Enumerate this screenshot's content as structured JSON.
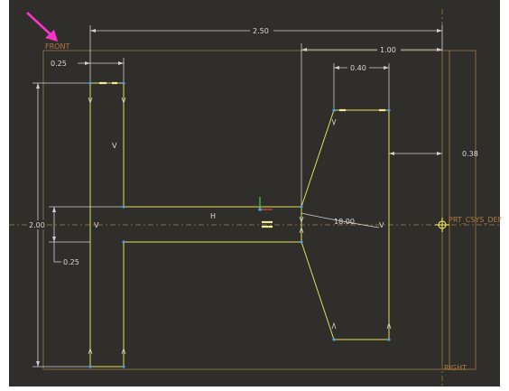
{
  "sketch": {
    "datum_labels": {
      "front": "FRONT",
      "right": "RIGHT",
      "csys": "PRT_CSYS_DEF"
    },
    "dimensions": {
      "overall_width": "2.50",
      "right_width": "1.00",
      "left_bar_width": "0.25",
      "top_right_width": "0.40",
      "right_offset": "0.38",
      "overall_height": "2.00",
      "web_thickness": "0.25",
      "angle": "18.00"
    },
    "constraints": {
      "vertical": "V",
      "horizontal": "H"
    },
    "colors": {
      "canvas_bg": "#2f2e2a",
      "geometry": "#e6df55",
      "datum": "#b07a44",
      "dimension": "#d9d9d9",
      "arrow_annotation": "#ff33cc",
      "vertex": "#4aa3d9"
    }
  }
}
